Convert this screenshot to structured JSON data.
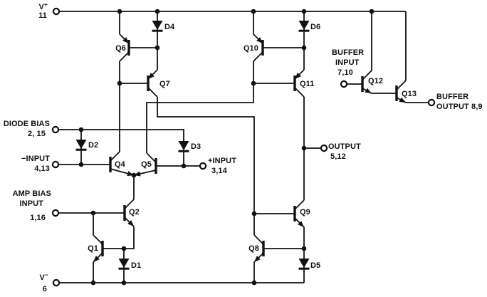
{
  "figure": {
    "kind": "circuit-schematic",
    "description": "Operational transconductance amplifier internal schematic (one half of dual), bipolar transistors and diodes",
    "background": "#ffffff",
    "ink": "#111111"
  },
  "transistors": [
    {
      "id": "Q1",
      "label": "Q1"
    },
    {
      "id": "Q2",
      "label": "Q2"
    },
    {
      "id": "Q4",
      "label": "Q4"
    },
    {
      "id": "Q5",
      "label": "Q5"
    },
    {
      "id": "Q6",
      "label": "Q6"
    },
    {
      "id": "Q7",
      "label": "Q7"
    },
    {
      "id": "Q8",
      "label": "Q8"
    },
    {
      "id": "Q9",
      "label": "Q9"
    },
    {
      "id": "Q10",
      "label": "Q10"
    },
    {
      "id": "Q11",
      "label": "Q11"
    },
    {
      "id": "Q12",
      "label": "Q12"
    },
    {
      "id": "Q13",
      "label": "Q13"
    }
  ],
  "diodes": [
    {
      "id": "D1",
      "label": "D1"
    },
    {
      "id": "D2",
      "label": "D2"
    },
    {
      "id": "D3",
      "label": "D3"
    },
    {
      "id": "D4",
      "label": "D4"
    },
    {
      "id": "D5",
      "label": "D5"
    },
    {
      "id": "D6",
      "label": "D6"
    }
  ],
  "terminals": [
    {
      "id": "v-plus",
      "label": "V",
      "sup": "+",
      "pins": "11"
    },
    {
      "id": "diode-bias",
      "lines": [
        "DIODE BIAS"
      ],
      "pins": "2, 15"
    },
    {
      "id": "minus-input",
      "lines": [
        "−INPUT"
      ],
      "pins": "4,13"
    },
    {
      "id": "amp-bias-input",
      "lines": [
        "AMP BIAS",
        "INPUT"
      ],
      "pins": "1,16"
    },
    {
      "id": "v-minus",
      "label": "V",
      "sup": "−",
      "pins": "6"
    },
    {
      "id": "plus-input",
      "lines": [
        "+INPUT"
      ],
      "pins": "3,14"
    },
    {
      "id": "output",
      "lines": [
        "OUTPUT"
      ],
      "pins": "5,12"
    },
    {
      "id": "buffer-input",
      "lines": [
        "BUFFER",
        "INPUT"
      ],
      "pins": "7,10"
    },
    {
      "id": "buffer-output",
      "lines": [
        "BUFFER",
        "OUTPUT 8,9"
      ],
      "pins": "8,9"
    }
  ]
}
